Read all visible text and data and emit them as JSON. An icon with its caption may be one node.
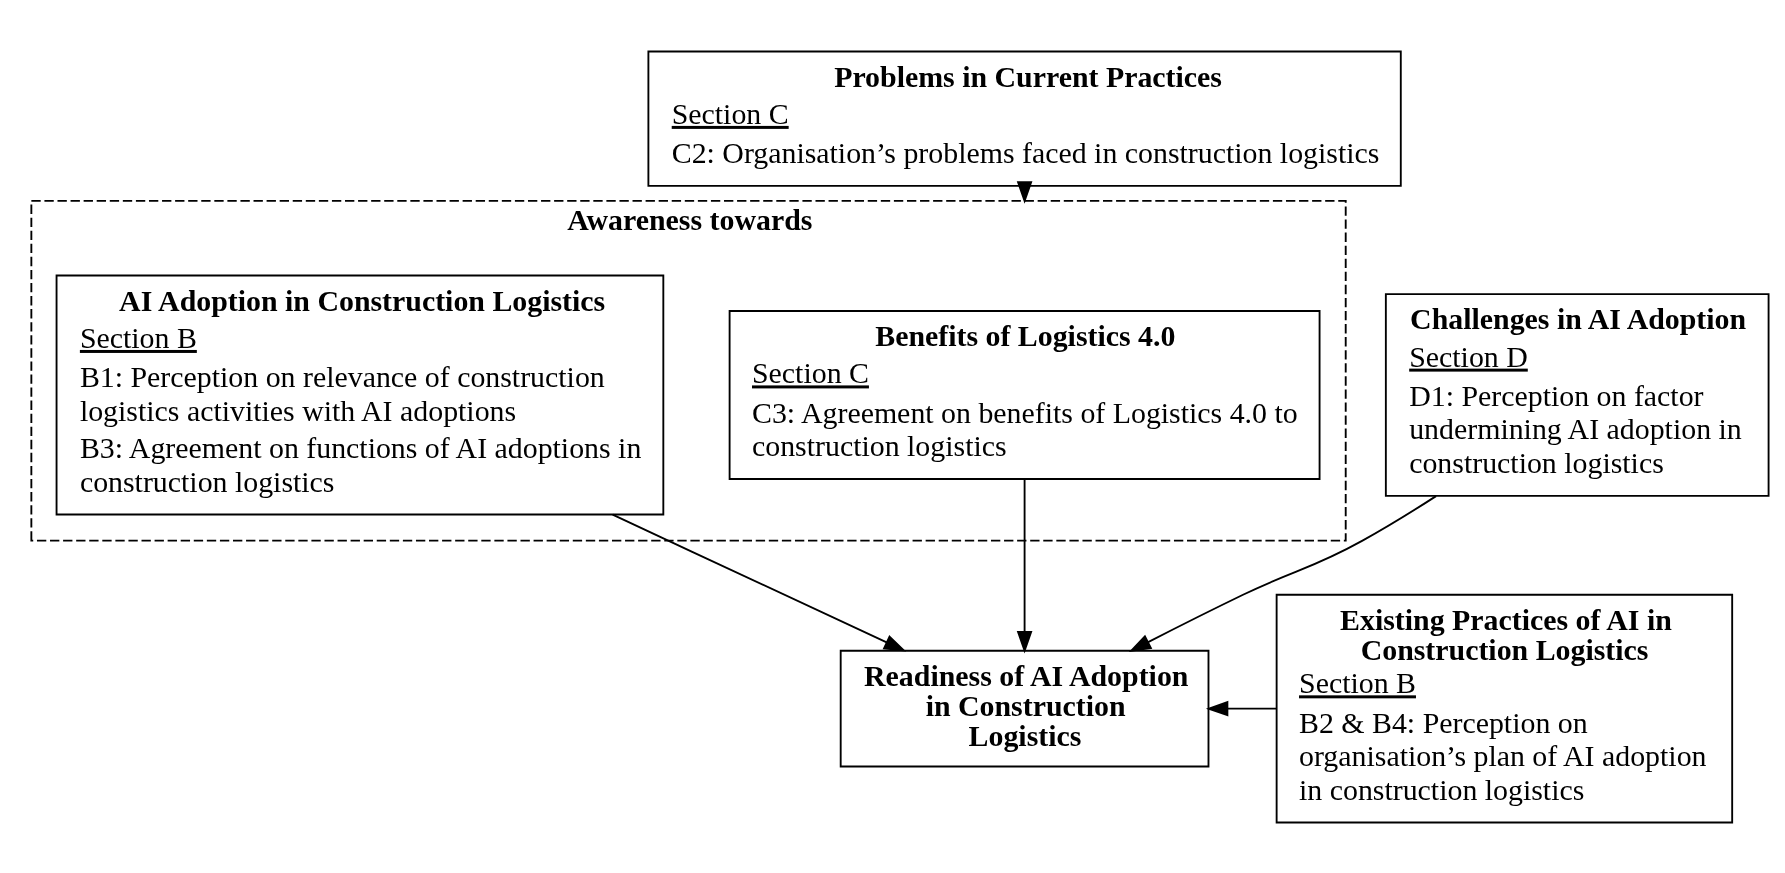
{
  "diagram": {
    "nodes": [
      {
        "text": [
          "Problems in Current Practices",
          "Section C",
          "C2: Organisation’s problems faced in construction logistics"
        ]
      },
      {
        "text": [
          "Awareness towards"
        ]
      },
      {
        "text": [
          "Benefits of Logistics 4.0",
          "Section C",
          "C3: Agreement on benefits of Logistics 4.0 to construction logistics"
        ],
        "in": 1
      },
      {
        "text": [
          "AI Adoption in Construction Logistics",
          "Section B",
          "B1: Perception on relevance of construction logistics activities with AI adoptions",
          "B3: Agreement on functions of AI adoptions in construction logistics"
        ],
        "in": 1
      },
      {
        "text": [
          "Readiness of AI Adoption in Construction Logistics"
        ]
      },
      {
        "text": [
          "Existing Practices of AI in Construction Logistics",
          "Section B",
          "B2 & B4: Perception on organisation’s plan of AI adoption in construction logistics"
        ]
      },
      {
        "text": [
          "Challenges in AI Adoption",
          "Section D",
          "D1: Perception on factor undermining AI adoption in construction logistics"
        ]
      }
    ],
    "edges": [
      {
        "from": 0,
        "to": 1,
        "arrow": "to"
      },
      {
        "from": 2,
        "to": 4,
        "arrow": "to"
      },
      {
        "from": 3,
        "to": 4,
        "arrow": "to"
      },
      {
        "from": 5,
        "to": 4,
        "arrow": "to"
      },
      {
        "from": 6,
        "to": 4,
        "arrow": "to"
      }
    ]
  }
}
